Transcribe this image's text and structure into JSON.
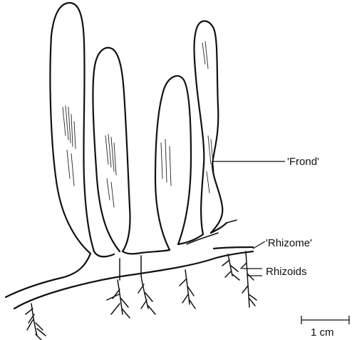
{
  "labels": {
    "frond": "'Frond'",
    "rhizome": "'Rhizome'",
    "rhizoids": "Rhizoids",
    "scale": "1 cm"
  }
}
